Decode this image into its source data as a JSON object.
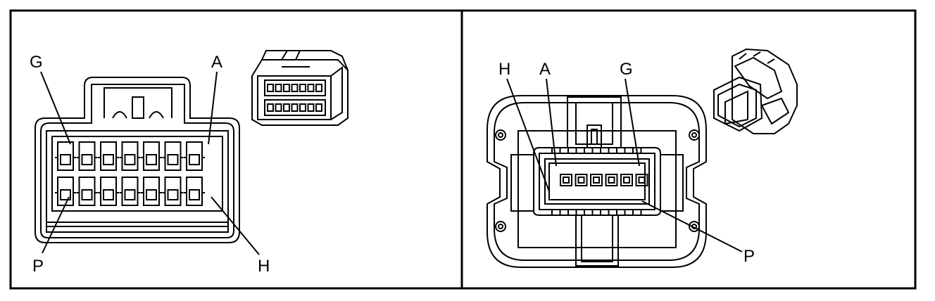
{
  "panels": [
    {
      "name": "left-connector-view",
      "labels": {
        "top_left": "G",
        "top_right": "A",
        "bottom_left": "P",
        "bottom_right": "H"
      },
      "rows": 2,
      "cavities_per_row": 7
    },
    {
      "name": "right-connector-view",
      "labels": {
        "top_a": "H",
        "top_b": "A",
        "top_c": "G",
        "bottom": "P"
      },
      "cavities": 6
    }
  ]
}
